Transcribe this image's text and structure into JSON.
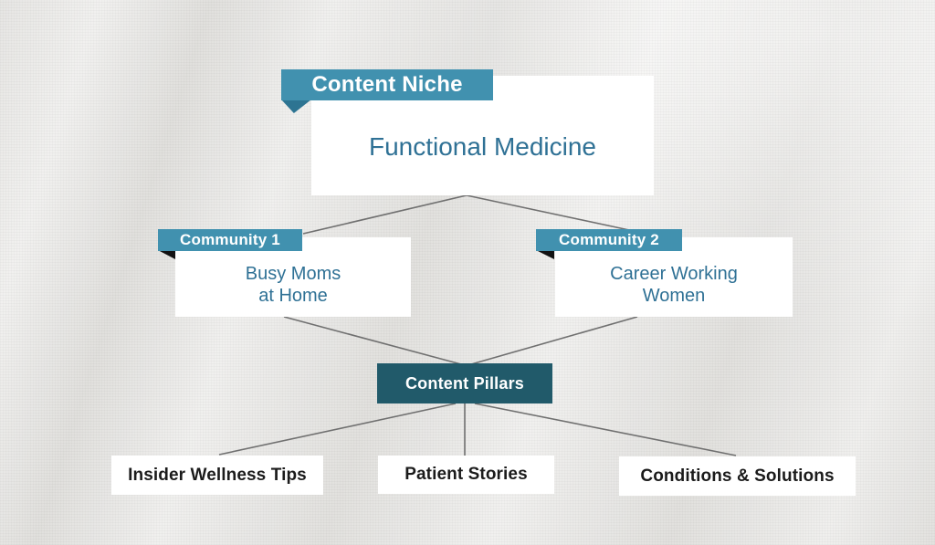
{
  "palette": {
    "banner_teal": "#4191af",
    "banner_fold_teal": "#2d7492",
    "banner_fold_dark": "#131313",
    "pillar_dark_teal": "#215a6a",
    "node_text_teal": "#2f7195",
    "leaf_text_dark": "#1b1b1b",
    "connector_gray": "#707070",
    "background_gray": "#e3e2df"
  },
  "diagram": {
    "niche": {
      "tag": "Content Niche",
      "title": "Functional Medicine"
    },
    "communities": [
      {
        "tag": "Community 1",
        "line1": "Busy Moms",
        "line2": "at Home"
      },
      {
        "tag": "Community 2",
        "line1": "Career Working",
        "line2": "Women"
      }
    ],
    "pillars_label": "Content Pillars",
    "pillars": [
      {
        "label": "Insider Wellness Tips"
      },
      {
        "label": "Patient Stories"
      },
      {
        "label": "Conditions & Solutions"
      }
    ]
  }
}
